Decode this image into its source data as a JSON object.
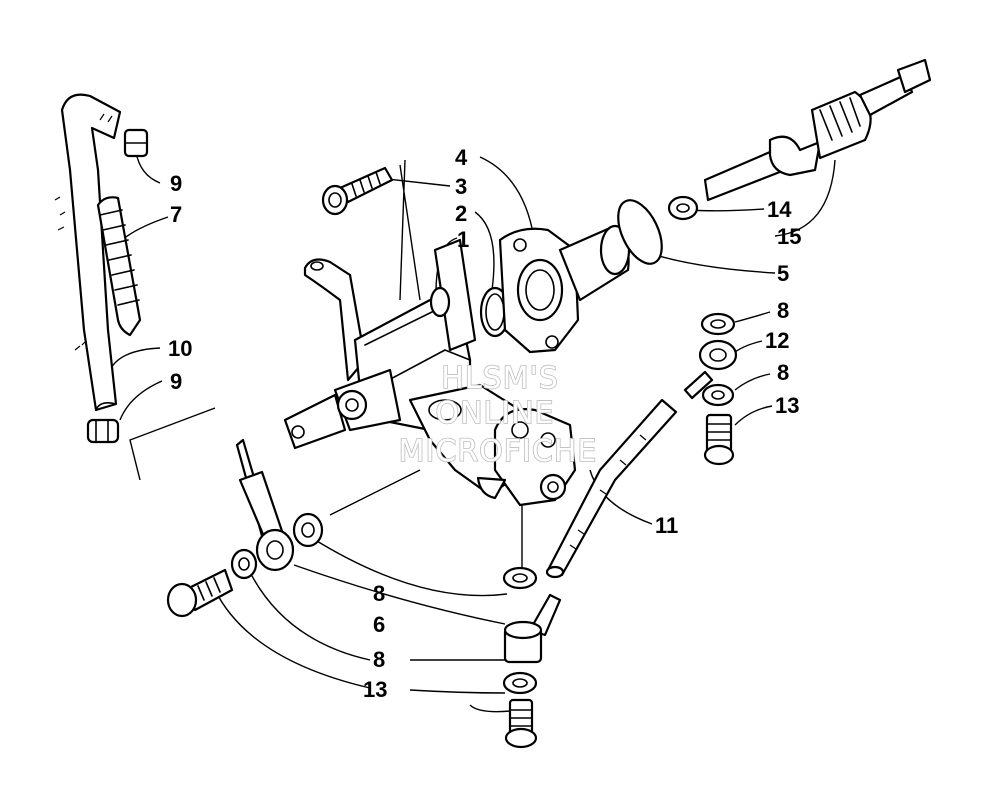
{
  "callouts": [
    "1",
    "2",
    "3",
    "4",
    "5",
    "6",
    "7",
    "8",
    "9",
    "10",
    "11",
    "12",
    "13",
    "14",
    "15"
  ],
  "watermark": [
    "HLSM'S",
    "ONLINE",
    "MICROFICHE"
  ]
}
